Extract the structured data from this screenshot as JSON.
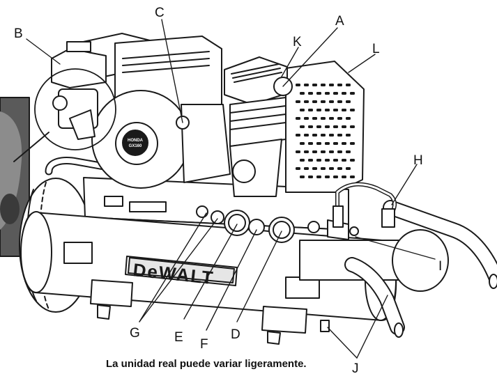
{
  "caption": "La unidad real puede variar ligeramente.",
  "brand_logo": "DeWALT",
  "engine_label": {
    "line1": "HONDA",
    "line2": "GX160"
  },
  "callouts": {
    "A": "A",
    "B": "B",
    "C": "C",
    "D": "D",
    "E": "E",
    "F": "F",
    "G": "G",
    "H": "H",
    "I": "I",
    "J": "J",
    "K": "K",
    "L": "L"
  },
  "colors": {
    "line": "#1a1a1a",
    "fill": "#ffffff",
    "inset_dark": "#3a3a3a",
    "inset_mid": "#8c8c8c"
  }
}
